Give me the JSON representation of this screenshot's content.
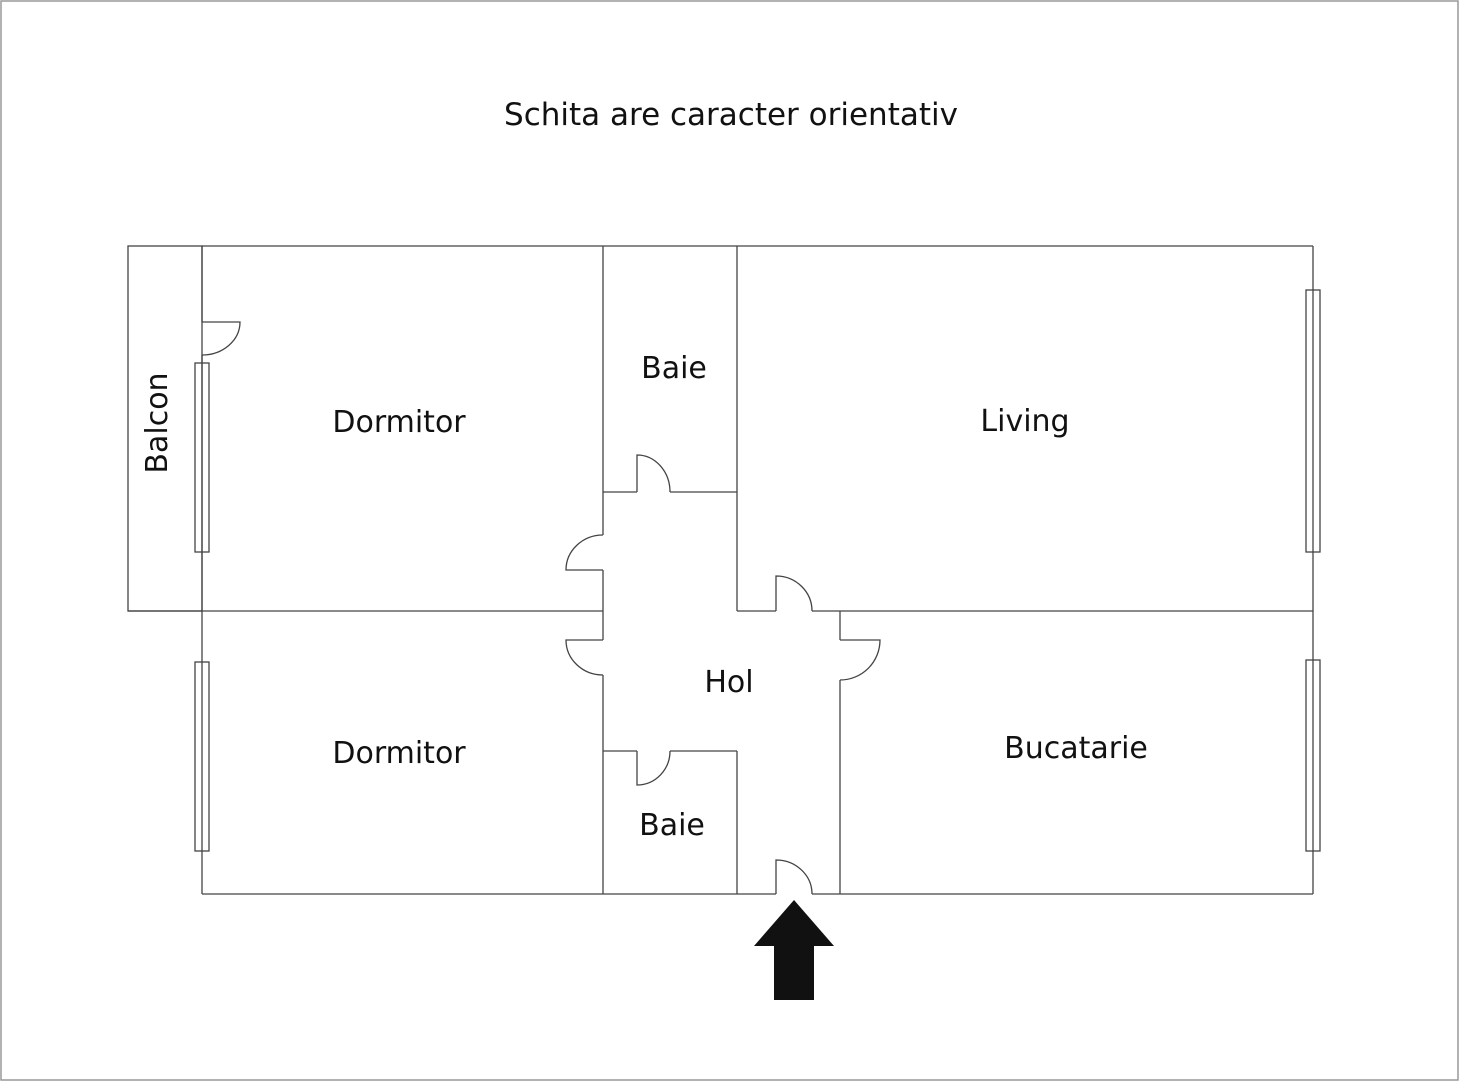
{
  "title": "Schita are caracter orientativ",
  "rooms": {
    "balcon": "Balcon",
    "dormitor_top": "Dormitor",
    "baie_top": "Baie",
    "living": "Living",
    "hol": "Hol",
    "dormitor_bottom": "Dormitor",
    "baie_bottom": "Baie",
    "bucatarie": "Bucatarie"
  },
  "icons": {
    "entrance": "arrow-up-icon"
  }
}
